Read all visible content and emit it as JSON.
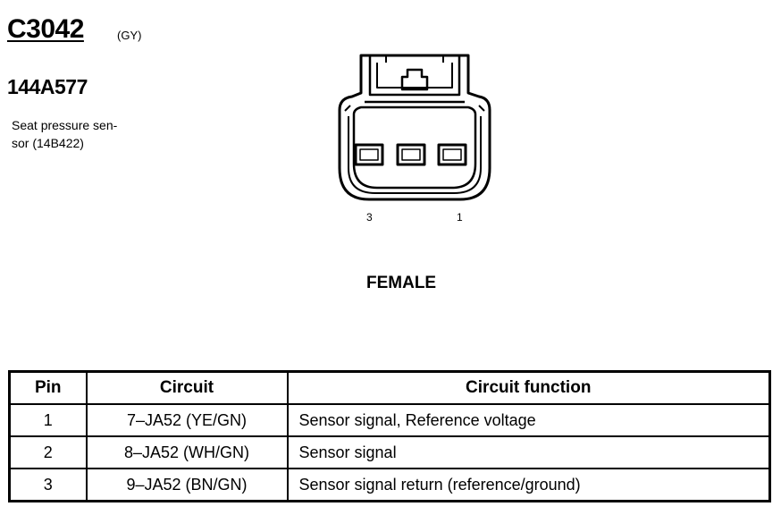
{
  "header": {
    "connector_id": "C3042",
    "color_code": "(GY)",
    "part_number": "144A577",
    "description_line1": "Seat pressure sen-",
    "description_line2": "sor (14B422)"
  },
  "diagram": {
    "pin_label_left": "3",
    "pin_label_right": "1",
    "gender": "FEMALE"
  },
  "table": {
    "headers": {
      "pin": "Pin",
      "circuit": "Circuit",
      "function": "Circuit function"
    },
    "rows": [
      {
        "pin": "1",
        "circuit": "7–JA52 (YE/GN)",
        "function": "Sensor signal, Reference voltage"
      },
      {
        "pin": "2",
        "circuit": "8–JA52 (WH/GN)",
        "function": "Sensor signal"
      },
      {
        "pin": "3",
        "circuit": "9–JA52 (BN/GN)",
        "function": "Sensor signal return (reference/ground)"
      }
    ]
  }
}
